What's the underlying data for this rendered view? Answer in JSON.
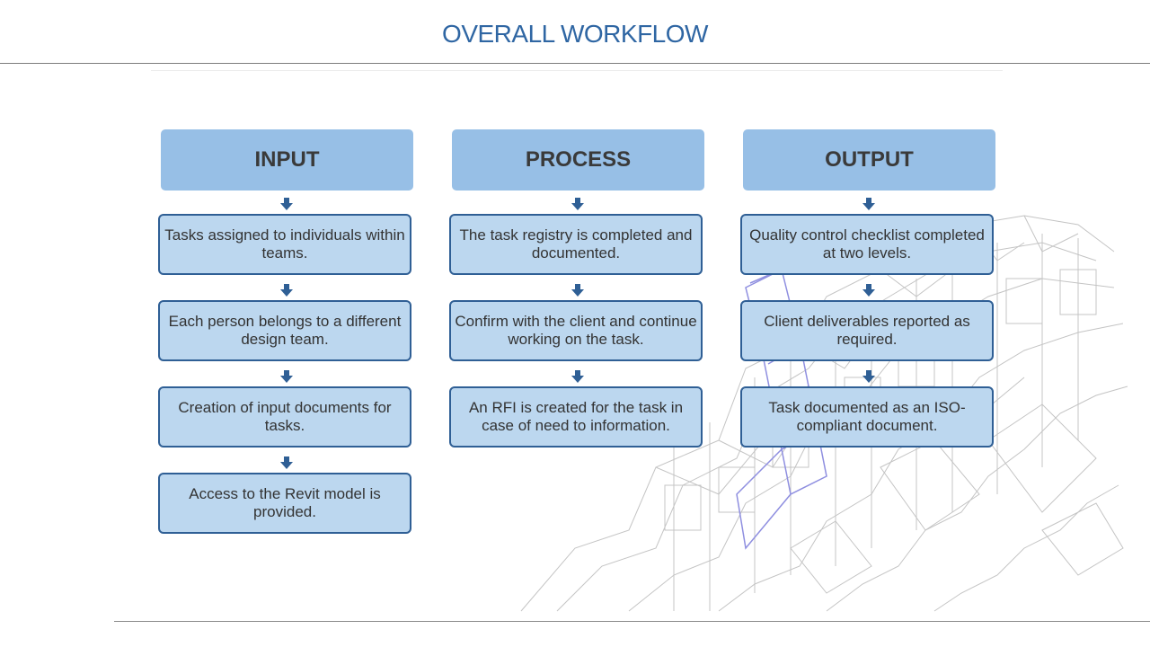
{
  "title": "OVERALL WORKFLOW",
  "columns": [
    {
      "header": "INPUT",
      "steps": [
        "Tasks assigned to individuals within teams.",
        "Each person belongs to a different design team.",
        "Creation of input documents for tasks.",
        "Access to the Revit model is provided."
      ]
    },
    {
      "header": "PROCESS",
      "steps": [
        "The task registry is completed and documented.",
        "Confirm with the client and continue working on the task.",
        "An RFI is created for the task in case of need to information."
      ]
    },
    {
      "header": "OUTPUT",
      "steps": [
        "Quality control checklist completed at two levels.",
        "Client deliverables reported as required.",
        "Task documented as an ISO-compliant document."
      ]
    }
  ],
  "colors": {
    "title": "#2f66a3",
    "header_fill": "#97bfe6",
    "box_fill": "#bcd7ef",
    "box_border": "#2f5f95",
    "arrow": "#2f5f95"
  }
}
